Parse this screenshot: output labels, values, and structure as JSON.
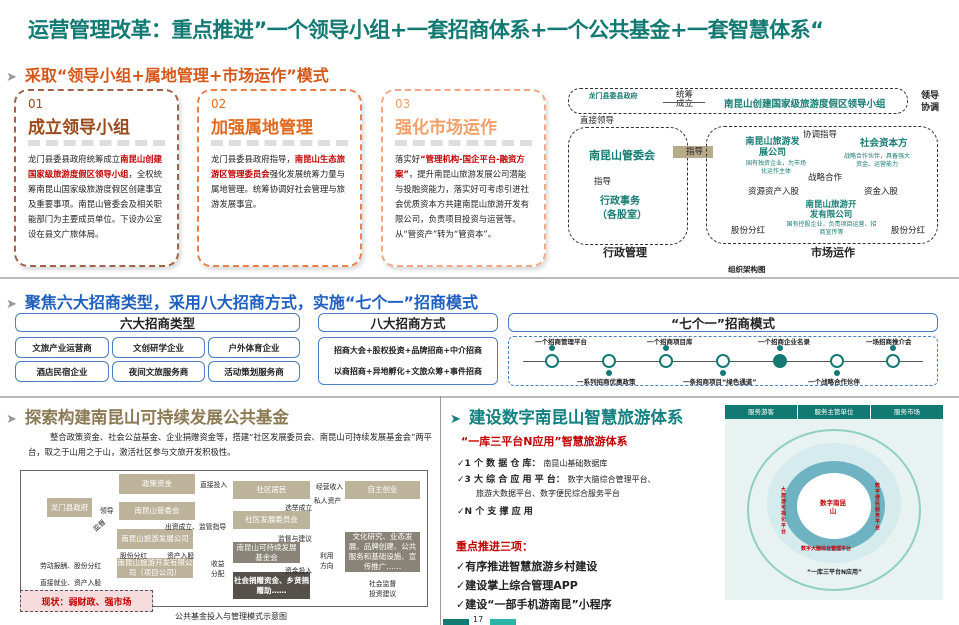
{
  "title": "运营管理改革：重点推进”一个领导小组+一套招商体系+一个公共基金+一套智慧体系“",
  "section1": {
    "heading": "采取“领导小组+属地管理+市场运作”模式",
    "cards": [
      {
        "num": "01",
        "title": "成立领导小组",
        "text_a": "龙门县委县政府统筹成立",
        "highlight": "南昆山创建国家级旅游度假区领导小组",
        "text_b": "，全权统筹南昆山国家级旅游度假区创建事宜及重要事项。南昆山管委会及相关职能部门为主要成员单位。下设办公室设在县文广旅体局。"
      },
      {
        "num": "02",
        "title": "加强属地管理",
        "text_a": "龙门县委县政府指导，",
        "highlight": "南昆山生态旅游区管理委员会",
        "text_b": "强化发展统筹力量与属地管理。统筹协调好社会管理与旅游发展事宜。"
      },
      {
        "num": "03",
        "title": "强化市场运作",
        "text_a": "落实好",
        "highlight": "“管理机构-国企平台-融资方案”",
        "text_b": "，提升南昆山旅游发展公司潜能与投融资能力，落实好可考虑引进社会优质资本方共建南昆山旅游开发有限公司，负责项目投资与运营等。从“管资产”转为“管资本”。"
      }
    ],
    "org": {
      "gov": "龙门县委县政府",
      "tongchou": "统筹成立",
      "leader_group": "南昆山创建国家级旅游度假区领导小组",
      "lead_coord": "领导协调",
      "direct_lead": "直接领导",
      "committee": "南昆山管委会",
      "guide": "指导",
      "admin": "行政事务",
      "admin_sub": "（各股室）",
      "admin_mgmt": "行政管理",
      "guide_arrow": "指导",
      "coord_guide": "协调指导",
      "dev_co": "南昆山旅游发展公司",
      "dev_co_note": "国有独资企业，为市场化运作主体",
      "social": "社会资本方",
      "social_note": "战略合作伙伴，具备强大资金、运营能力",
      "strategic": "战略合作",
      "res_share": "资源资产入股",
      "cash_share": "资金入股",
      "op_co": "南昆山旅游开发有限公司",
      "op_co_note": "国有控股企业，负责项目运营、招商宣传等",
      "dividend_l": "股份分红",
      "dividend_r": "股份分红",
      "market": "市场运作",
      "caption": "组织架构图"
    }
  },
  "section2": {
    "heading": "聚焦六大招商类型，采用八大招商方式，实施“七个一”招商模式",
    "types_title": "六大招商类型",
    "types": [
      "文旅产业运营商",
      "文创研学企业",
      "户外体育企业",
      "酒店民宿企业",
      "夜间文旅服务商",
      "活动策划服务商"
    ],
    "methods_title": "八大招商方式",
    "methods": [
      "招商大会+股权投资+品牌招商+中介招商",
      "以商招商+异地孵化+文旅众筹+事件招商"
    ],
    "seven_title": "“七个一”招商模式",
    "seven": [
      "一个招商管理平台",
      "一系列招商优惠政策",
      "一个招商项目库",
      "一条招商项目“绿色通道”",
      "一个招商企业名录",
      "一个战略合作伙伴",
      "一场招商推介会"
    ]
  },
  "section3": {
    "heading": "探索构建南昆山可持续发展公共基金",
    "intro": "整合政策资金、社会公益基金、企业捐赠资金等，搭建“社区发展委员会、南昆山可持续发展基金会”两平台，取之于山用之于山，激活社区参与文旅开发积极性。",
    "boxes": {
      "gov": "龙门县政府",
      "policy": "政策资金",
      "committee": "南昆山管委会",
      "dev": "南昆山旅游发展公司",
      "proj": "南昆山旅游开发有限公司（项目公司）",
      "residents": "社区居民",
      "startup": "自主创业",
      "community": "社区发展委员会",
      "fund": "南昆山可持续发展基金会",
      "donation": "社会捐赠资金、乡贤捐赠助……",
      "uses": "文化研究、业态发展、品牌创建、公共服务和基础设施、宣传推广……",
      "status": "现状：弱财政、强市场"
    },
    "labels": {
      "lead": "领导",
      "supervise": "监督",
      "direct_invest": "直接投入",
      "fund_supervise": "出资成立、监管指导",
      "dividend": "股份分红",
      "asset_share": "资产入股",
      "labor": "劳动报酬、股份分红",
      "employ": "直接就业、资产入股",
      "elect": "选举成立",
      "income": "经营收入",
      "private": "私人资产",
      "advise": "监督与建议",
      "profit": "收益分配",
      "invest": "资金投入",
      "use": "利用方向",
      "social_sup": "社会监督投资建议"
    },
    "caption": "公共基金投入与管理模式示意图"
  },
  "section4": {
    "heading": "建设数字南昆山智慧旅游体系",
    "subtitle": "“一库三平台N应用”智慧旅游体系",
    "items": [
      {
        "label": "1 个 数 据 仓 库：",
        "desc": "南昆山基础数据库"
      },
      {
        "label": "3 大 综 合 应 用 平 台：",
        "desc": "数字大脑综合管理平台、",
        "desc2": "旅游大数据平台、数字便民综合服务平台"
      },
      {
        "label": "N 个 支 撑 应 用",
        "desc": ""
      }
    ],
    "focus_title": "重点推进三项：",
    "focus": [
      "有序推进智慧旅游乡村建设",
      "建设掌上综合管理APP",
      "建设“一部手机游南昆”小程序"
    ],
    "wheel": {
      "tabs": [
        "服务游客",
        "服务主管单位",
        "服务市场"
      ],
      "center": "数字南昆山",
      "bottom": "“一库三平台N应用”",
      "left_arc": "大旅游可视化平台",
      "right_arc": "数字便民服务平台",
      "bottom_arc": "数字大脑综合管理平台"
    }
  },
  "page_number": "17"
}
